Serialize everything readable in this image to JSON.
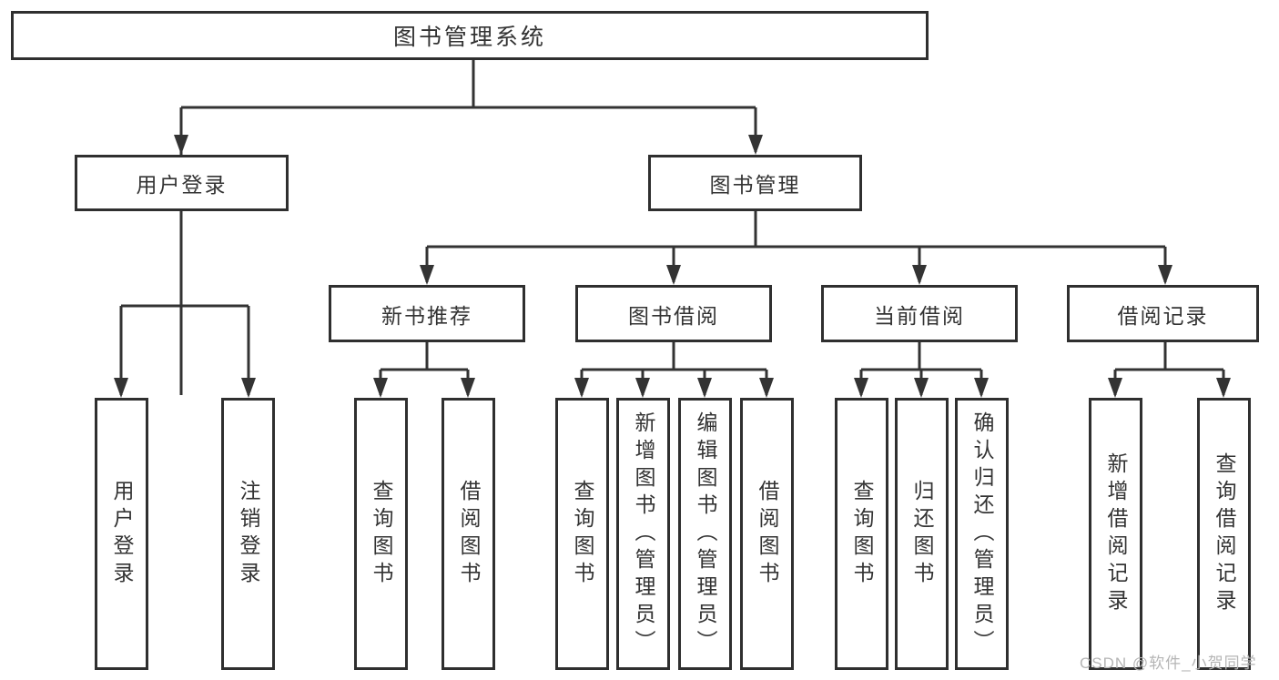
{
  "colors": {
    "background": "#ffffff",
    "line": "#333333",
    "box_border": "#2f2f2f",
    "text": "#333333",
    "watermark": "#b5b5b5"
  },
  "diagram": {
    "root": {
      "label": "图书管理系统"
    },
    "level2": [
      {
        "label": "用户登录"
      },
      {
        "label": "图书管理"
      }
    ],
    "level3": [
      {
        "label": "新书推荐"
      },
      {
        "label": "图书借阅"
      },
      {
        "label": "当前借阅"
      },
      {
        "label": "借阅记录"
      }
    ],
    "leaves": [
      {
        "label": "用户登录"
      },
      {
        "label": "注销登录"
      },
      {
        "label": "查询图书"
      },
      {
        "label": "借阅图书"
      },
      {
        "label": "查询图书"
      },
      {
        "label": "新增图书（管理员）"
      },
      {
        "label": "编辑图书（管理员）"
      },
      {
        "label": "借阅图书"
      },
      {
        "label": "查询图书"
      },
      {
        "label": "归还图书"
      },
      {
        "label": "确认归还（管理员）"
      },
      {
        "label": "新增借阅记录"
      },
      {
        "label": "查询借阅记录"
      }
    ]
  },
  "watermark": {
    "text": "CSDN @软件_小贺同学"
  }
}
